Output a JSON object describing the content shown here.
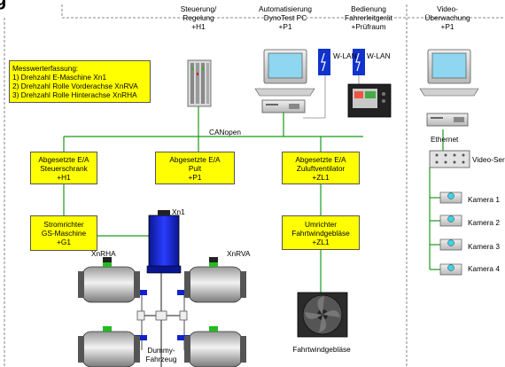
{
  "title": "g",
  "headers": {
    "steuerung": [
      "Steuerung/",
      "Regelung",
      "+H1"
    ],
    "automatisierung": [
      "Automatisierung",
      "DynoTest PC",
      "+P1"
    ],
    "bedienung": [
      "Bedienung",
      "Fahrerleitgerät",
      "+Prüfraum"
    ],
    "video": [
      "Video-",
      "Überwachung",
      "+P1"
    ]
  },
  "messwert": {
    "title": "Messwerterfassung:",
    "items": [
      "1) Drehzahl E-Maschine Xn1",
      "2) Drehzahl Rolle Vorderachse XnRVA",
      "3) Drehzahl Rolle Hinterachse XnRHA"
    ]
  },
  "wlan_labels": [
    "W-LAN",
    "W-LAN"
  ],
  "canopen_label": "CANopen",
  "boxes": {
    "ea_steuerschrank": [
      "Abgesetzte E/A",
      "Steuerschrank",
      "+H1"
    ],
    "ea_pult": [
      "Abgesetzte E/A",
      "Pult",
      "+P1"
    ],
    "ea_zuluft": [
      "Abgesetzte E/A",
      "Zuluftventilator",
      "+ZL1"
    ],
    "stromrichter": [
      "Stromrichter",
      "GS-Maschine",
      "+G1"
    ],
    "umrichter": [
      "Umrichter",
      "Fahrtwindgebläse",
      "+ZL1"
    ]
  },
  "ethernet_label": "Ethernet",
  "video_server_label": "Video-Ser",
  "cameras": [
    "Kamera 1",
    "Kamera 2",
    "Kamera 3",
    "Kamera 4"
  ],
  "machine_labels": {
    "xn1": "Xn1",
    "xnrha": "XnRHA",
    "xnrva": "XnRVA"
  },
  "dummy_label": [
    "Dummy-",
    "Fahrzeug"
  ],
  "fan_label": "Fahrtwindgebläse",
  "colors": {
    "box_fill": "#ffff00",
    "network_line": "#1a9a1a",
    "wlan": "#1133cc",
    "motor": "#1122cc"
  }
}
